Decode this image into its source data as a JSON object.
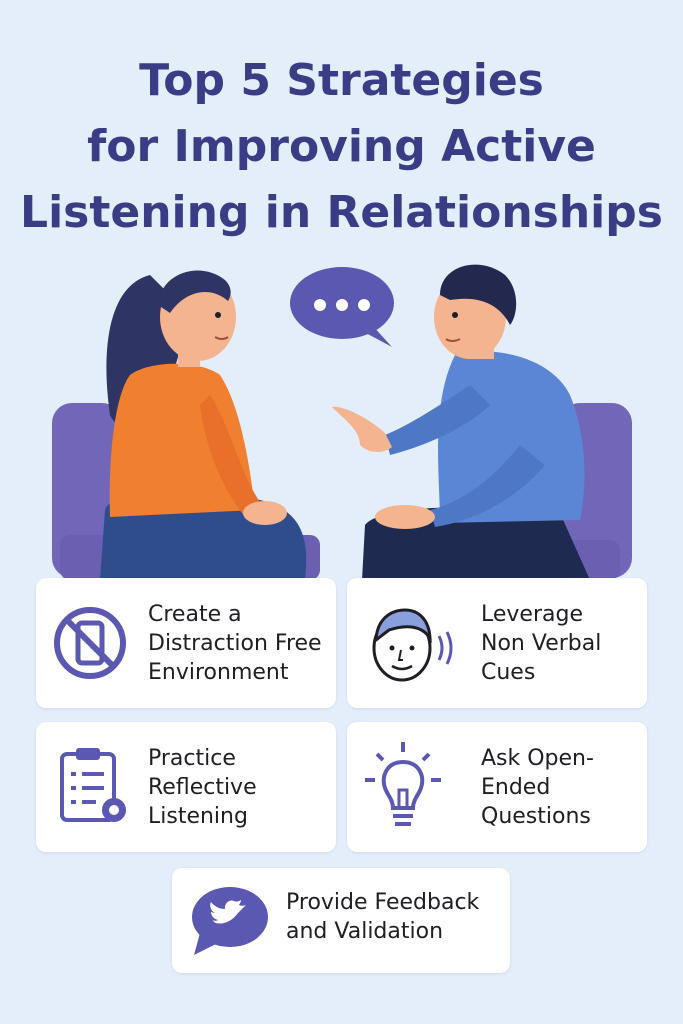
{
  "title": {
    "line1": "Top 5 Strategies",
    "line2": "for Improving Active",
    "line3": "Listening in Relationships"
  },
  "strategies": [
    {
      "lines": [
        "Create a",
        "Distraction Free",
        "Environment"
      ],
      "icon": "no-phone-icon"
    },
    {
      "lines": [
        "Leverage",
        "Non Verbal",
        "Cues"
      ],
      "icon": "face-icon"
    },
    {
      "lines": [
        "Practice",
        "Reflective",
        "Listening"
      ],
      "icon": "clipboard-icon"
    },
    {
      "lines": [
        "Ask Open-",
        "Ended",
        "Questions"
      ],
      "icon": "lightbulb-icon"
    },
    {
      "lines": [
        "Provide Feedback",
        "and Validation"
      ],
      "icon": "chat-bubble-icon"
    }
  ],
  "colors": {
    "background": "#e4eefb",
    "title": "#3b3c86",
    "accent": "#5a58b0",
    "woman_sweater": "#f07f2f",
    "man_sweater": "#5b86d6",
    "chair": "#7266b8"
  }
}
